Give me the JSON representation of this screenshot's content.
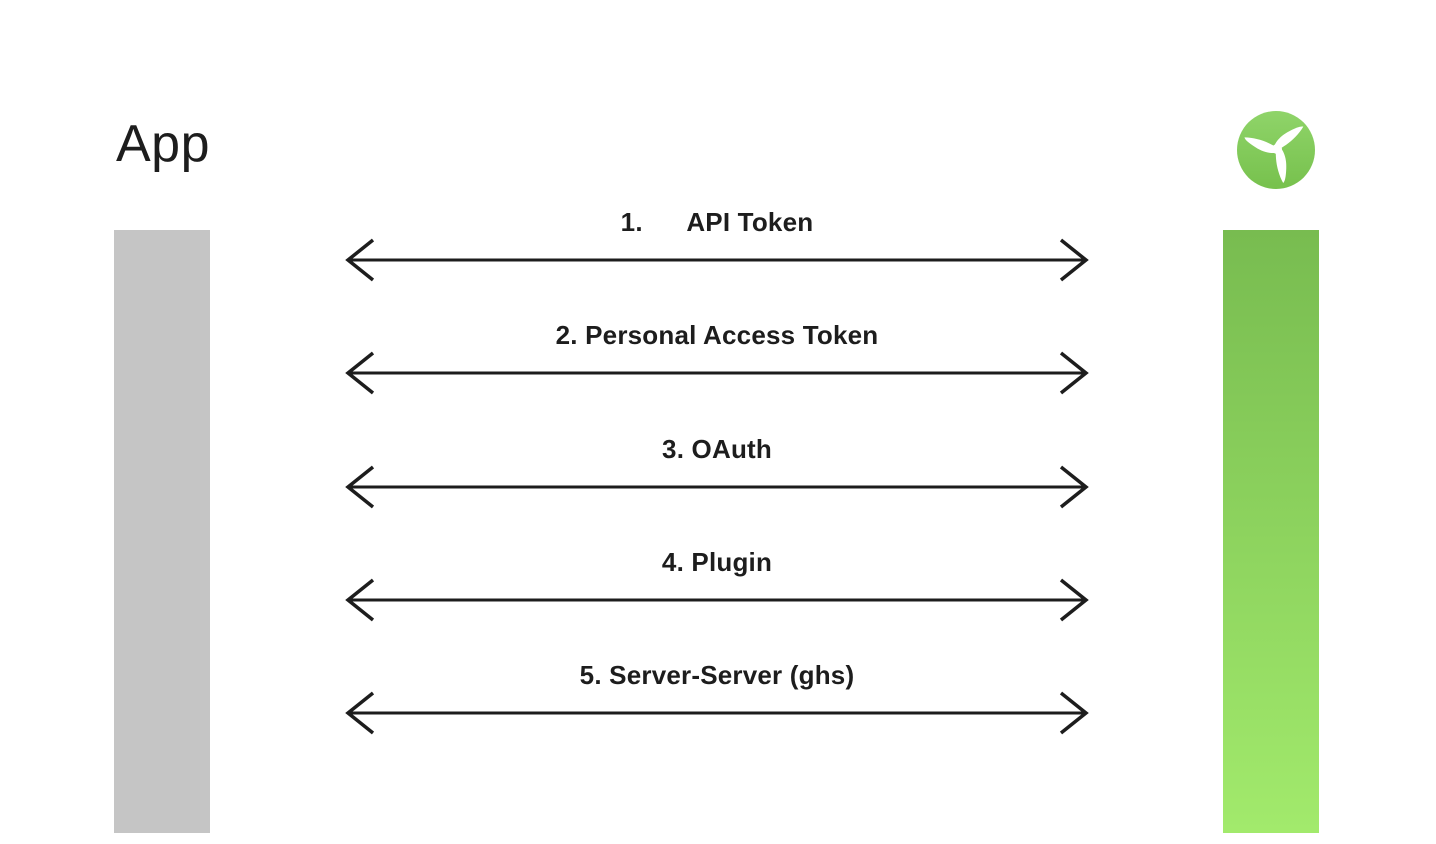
{
  "diagram": {
    "title": "App",
    "logo_icon": "propeller-icon",
    "left_entity": "App",
    "right_entity": "propeller-logo-service"
  },
  "arrows": [
    {
      "label": "1.      API Token"
    },
    {
      "label": "2. Personal Access Token"
    },
    {
      "label": "3. OAuth"
    },
    {
      "label": "4. Plugin"
    },
    {
      "label": "5. Server-Server (ghs)"
    }
  ],
  "colors": {
    "page-bg": "#ffffff",
    "ink": "#1d1d1d",
    "pillar-gray": "#C5C5C5",
    "green-top": "#78BC50",
    "green-bottom": "#A2EA6C",
    "logo-green-top": "#8FD469",
    "logo-green-bottom": "#77C14D",
    "logo-blade": "#ffffff"
  }
}
